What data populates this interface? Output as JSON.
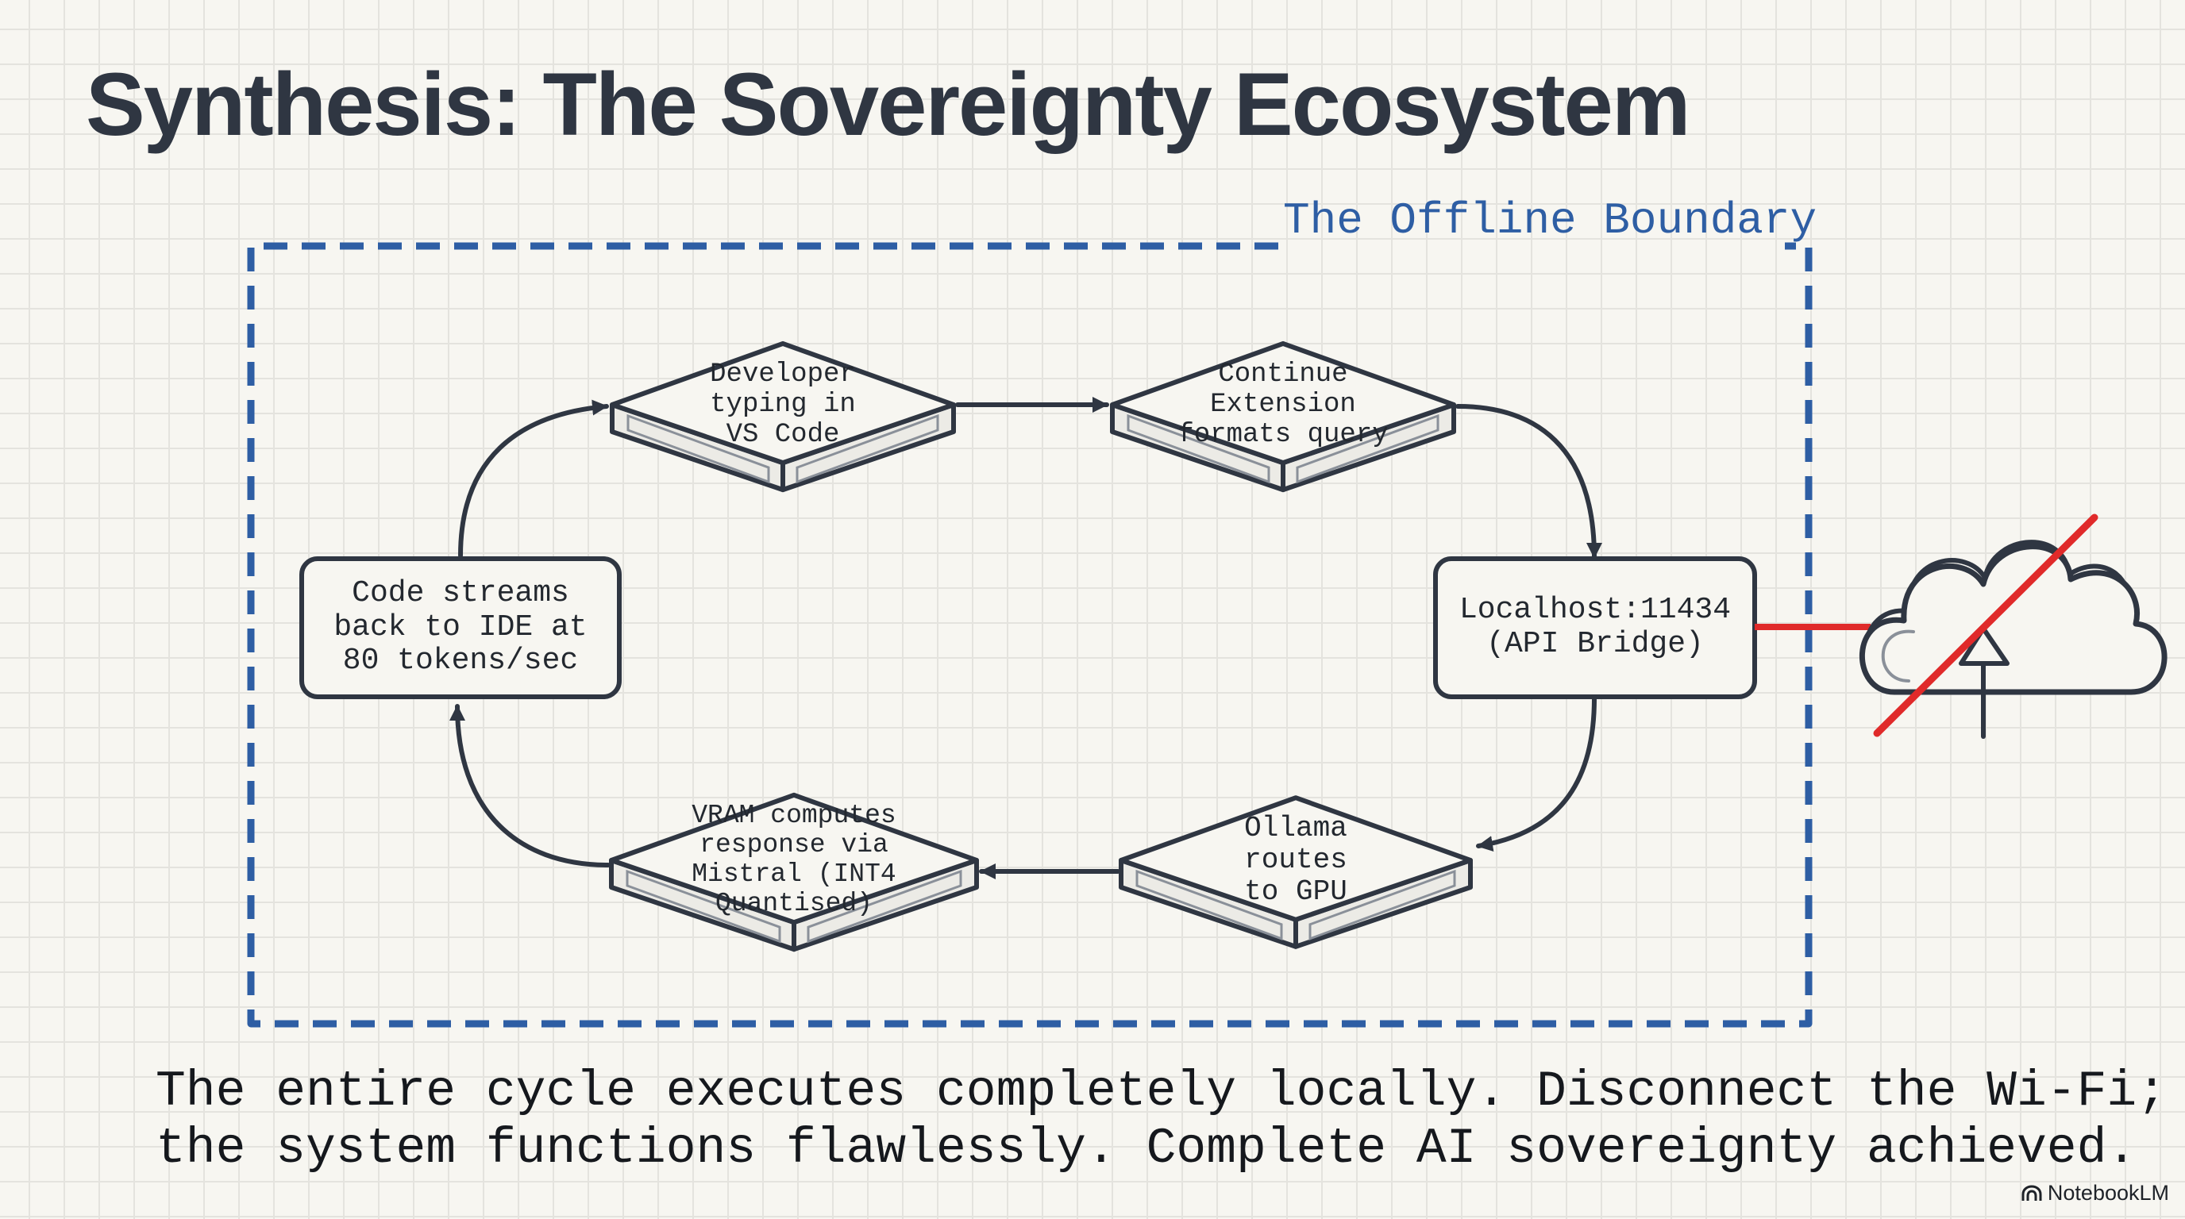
{
  "title": "Synthesis: The Sovereignty Ecosystem",
  "boundary": {
    "label": "The Offline Boundary",
    "color": "#2e5ea4"
  },
  "nodes": {
    "developer": {
      "kind": "server",
      "lines": [
        "Developer",
        "typing in",
        "VS Code"
      ]
    },
    "continue": {
      "kind": "server",
      "lines": [
        "Continue",
        "Extension",
        "formats query"
      ]
    },
    "localhost": {
      "kind": "box",
      "lines": [
        "Localhost:11434",
        "(API Bridge)"
      ]
    },
    "ollama": {
      "kind": "server",
      "lines": [
        "Ollama routes",
        "to GPU"
      ]
    },
    "vram": {
      "kind": "server",
      "lines": [
        "VRAM computes",
        "response via",
        "Mistral (INT4",
        "Quantised)"
      ]
    },
    "stream": {
      "kind": "box",
      "lines": [
        "Code streams",
        "back to IDE at",
        "80 tokens/sec"
      ]
    }
  },
  "flow": [
    [
      "developer",
      "continue"
    ],
    [
      "continue",
      "localhost"
    ],
    [
      "localhost",
      "ollama"
    ],
    [
      "ollama",
      "vram"
    ],
    [
      "vram",
      "stream"
    ],
    [
      "stream",
      "developer"
    ]
  ],
  "external": {
    "icon": "cloud-upload-icon",
    "status": "blocked",
    "cross_color": "#e02a2a"
  },
  "footer": {
    "line1": "The entire cycle executes completely locally. Disconnect the Wi-Fi;",
    "line2": "the system functions flawlessly. Complete AI sovereignty achieved."
  },
  "brand": {
    "name": "NotebookLM",
    "icon": "notebooklm-logo-icon"
  },
  "colors": {
    "ink": "#2f3642",
    "paper": "#f7f6f1",
    "grid": "#e4e3de"
  }
}
